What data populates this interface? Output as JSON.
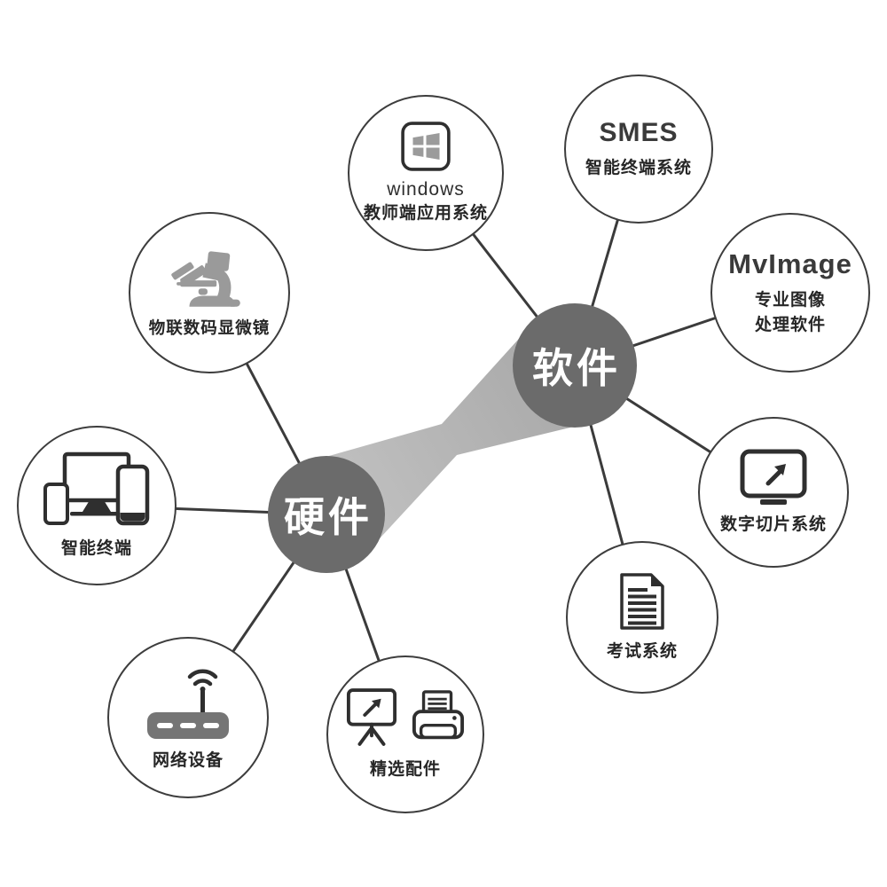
{
  "page": {
    "background": "#ffffff"
  },
  "hubs": {
    "hardware": {
      "label": "硬件"
    },
    "software": {
      "label": "软件"
    }
  },
  "sat": {
    "windows_app": {
      "title": "windows",
      "label": "教师端应用系统"
    },
    "smes": {
      "brand": "SMES",
      "label": "智能终端系统"
    },
    "mvimage": {
      "brand": "MvImage",
      "label1": "专业图像",
      "label2": "处理软件"
    },
    "digital_slide": {
      "label": "数字切片系统"
    },
    "exam": {
      "label": "考试系统"
    },
    "microscope": {
      "label": "物联数码显微镜"
    },
    "terminal": {
      "label": "智能终端"
    },
    "network": {
      "label": "网络设备"
    },
    "accessories": {
      "label": "精选配件"
    }
  },
  "icons": {
    "windows_app": "windows-logo-icon",
    "digital_slide": "monitor-expand-icon",
    "exam": "document-lines-icon",
    "microscope": "microscope-icon",
    "terminal": "devices-icon",
    "network": "wifi-router-icon",
    "accessories": [
      "projection-board-icon",
      "printer-icon"
    ]
  },
  "colors": {
    "page_bg": "#ffffff",
    "hub_fill": "#6b6b6b",
    "hub_text": "#ffffff",
    "ribbon_start": "#c2c2c2",
    "ribbon_end": "#a8a8a8",
    "circle_stroke": "#3d3d3d",
    "connector": "#3b3b3b",
    "label_text": "#262626",
    "icon_dark": "#2f2f2f",
    "windows_gray": "#9b9b9b",
    "microscope_gray": "#9a9a9a",
    "router_gray": "#757575"
  }
}
